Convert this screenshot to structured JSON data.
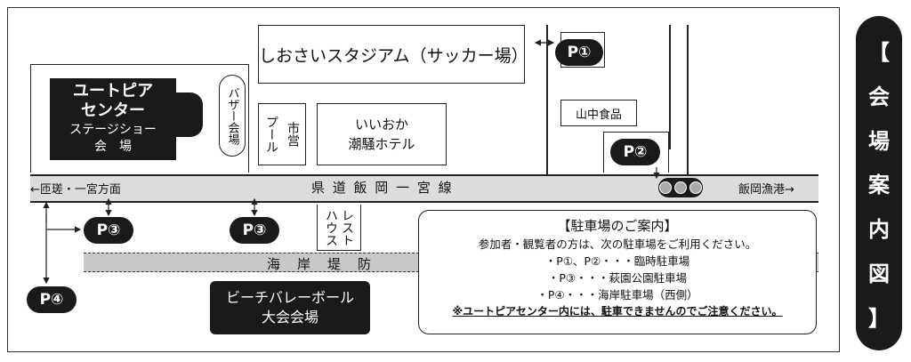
{
  "buildings": {
    "stadium": "しおさいスタジアム（サッカー場）",
    "yamanaka": "山中食品",
    "pool_left": "プール",
    "pool_right": "市営",
    "hotel_line1": "いいおか",
    "hotel_line2": "潮騒ホテル",
    "bazaar": "バザー会場",
    "restaurant_left": "ハウス",
    "restaurant_right": "レスト"
  },
  "utopia": {
    "line1": "ユートピア",
    "line2": "センター",
    "line3": "ステージショー",
    "line4": "会　場"
  },
  "road": {
    "left_direction": "←匝瑳・一宮方面",
    "name": "県 道 飯 岡 一 宮 線",
    "right_direction": "飯岡漁港→"
  },
  "seawall": "海　岸　堤　防",
  "beach_venue": {
    "line1": "ビーチバレーボール",
    "line2": "大会会場"
  },
  "parking_pins": {
    "p1": "P①",
    "p2": "P②",
    "p3a": "P③",
    "p3b": "P③",
    "p4": "P④"
  },
  "info": {
    "title": "【駐車場のご案内】",
    "intro": "参加者・観覧者の方は、次の駐車場をご利用ください。",
    "item1": "・P①、P②・・・臨時駐車場",
    "item2": "・P③・・・萩園公園駐車場",
    "item3": "・P④・・・海岸駐車場（西側）",
    "note": "※ユートピアセンター内には、駐車できませんのでご注意ください。"
  },
  "side_title": [
    "【",
    "会",
    "場",
    "案",
    "内",
    "図",
    "】"
  ]
}
